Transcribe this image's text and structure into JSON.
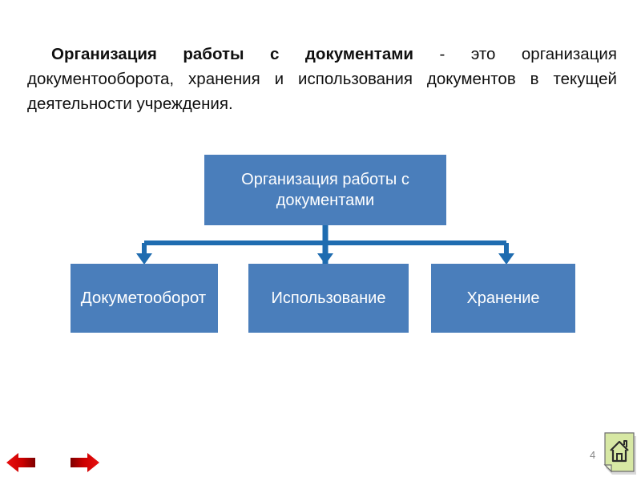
{
  "slide": {
    "page_number": "4",
    "background_color": "#ffffff"
  },
  "paragraph": {
    "lead": "Организация работы с документами",
    "rest": " - это организация документооборота, хранения и использования документов в текущей деятельности учреждения."
  },
  "diagram": {
    "type": "hierarchy",
    "node_fill_color": "#4a7ebb",
    "node_text_color": "#ffffff",
    "connector_color": "#1f6cb0",
    "root": {
      "label": "Организация работы с документами"
    },
    "children": [
      {
        "label": "Докуметооборот"
      },
      {
        "label": "Использование"
      },
      {
        "label": "Хранение"
      }
    ]
  },
  "controls": {
    "home_label": "home-icon",
    "prev_label": "previous-slide",
    "next_label": "next-slide",
    "home_page_color": "#d7e8a4",
    "arrow_color": "#cc0000"
  }
}
